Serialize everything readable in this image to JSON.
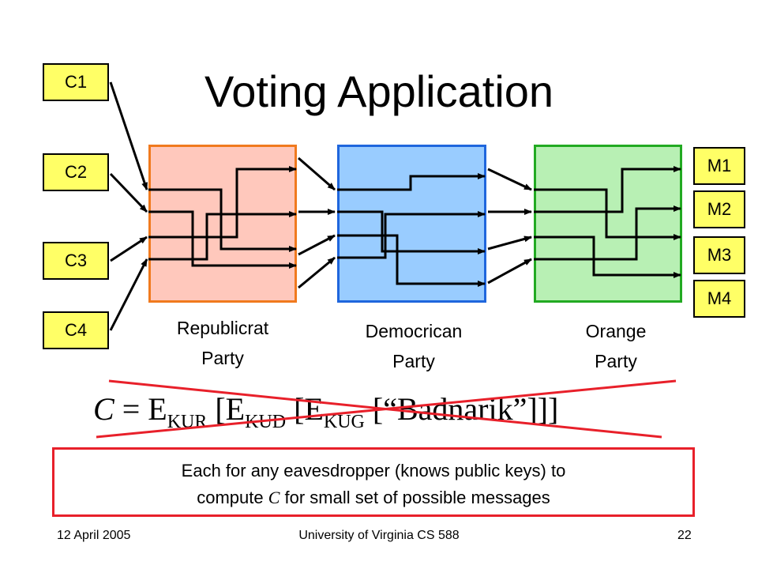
{
  "title": "Voting Application",
  "ciphers": [
    "C1",
    "C2",
    "C3",
    "C4"
  ],
  "messages": [
    "M1",
    "M2",
    "M3",
    "M4"
  ],
  "parties": [
    {
      "line1": "Republicrat",
      "line2": "Party",
      "fill": "#ffc8bc",
      "border": "#f07a1e"
    },
    {
      "line1": "Democrican",
      "line2": "Party",
      "fill": "#99ccff",
      "border": "#1f66dd"
    },
    {
      "line1": "Orange",
      "line2": "Party",
      "fill": "#b8f0b4",
      "border": "#22aa22"
    }
  ],
  "formula": {
    "lhs": "C",
    "eq": " = E",
    "k1": "KUR",
    "b1": " [E",
    "k2": "KUD",
    "b2": " [E",
    "k3": "KUG",
    "tail": " [“Badnarik”]]]"
  },
  "note": {
    "line1": "Each for any eavesdropper (knows public keys) to",
    "line2_pre": "compute ",
    "line2_c": "C",
    "line2_post": " for small set of possible messages"
  },
  "footer": {
    "date": "12 April 2005",
    "course": "University of Virginia CS 588",
    "page": "22"
  },
  "colors": {
    "cross_out": "#e8202a",
    "note_border": "#e8202a",
    "box_fill": "#ffff66"
  }
}
